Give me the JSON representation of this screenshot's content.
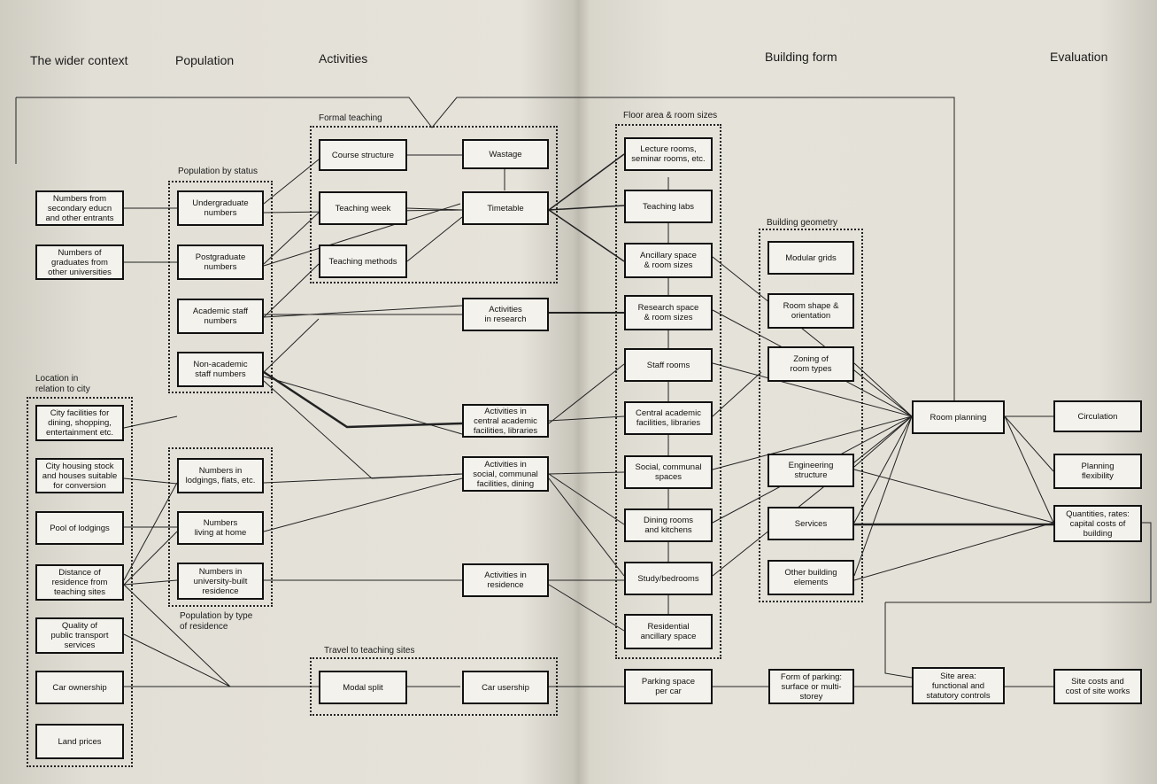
{
  "headers": {
    "wider_context": "The wider context",
    "population": "Population",
    "activities": "Activities",
    "building_form": "Building form",
    "evaluation": "Evaluation"
  },
  "group_labels": {
    "population_by_status": "Population by status",
    "location": "Location in\nrelation to city",
    "population_by_type": "Population by type\nof residence",
    "formal_teaching": "Formal teaching",
    "travel": "Travel to teaching sites",
    "floor_area": "Floor area & room sizes",
    "building_geometry": "Building geometry"
  },
  "boxes": {
    "secondary": "Numbers from\nsecondary educn\nand other entrants",
    "graduates": "Numbers of\ngraduates from\nother universities",
    "city_facilities": "City facilities for\ndining, shopping,\nentertainment etc.",
    "city_housing": "City housing stock\nand houses suitable\nfor conversion",
    "pool_lodgings": "Pool of lodgings",
    "distance": "Distance of\nresidence from\nteaching sites",
    "transport": "Quality of\npublic transport\nservices",
    "car_ownership": "Car ownership",
    "land_prices": "Land prices",
    "undergrad": "Undergraduate\nnumbers",
    "postgrad": "Postgraduate\nnumbers",
    "academic_staff": "Academic staff\nnumbers",
    "nonacademic_staff": "Non-academic\nstaff numbers",
    "lodgings": "Numbers in\nlodgings, flats, etc.",
    "living_home": "Numbers\nliving at home",
    "univ_residence": "Numbers in\nuniversity-built\nresidence",
    "course_structure": "Course structure",
    "teaching_week": "Teaching week",
    "teaching_methods": "Teaching methods",
    "wastage": "Wastage",
    "timetable": "Timetable",
    "act_research": "Activities\nin research",
    "act_central": "Activities in\ncentral academic\nfacilities, libraries",
    "act_social": "Activities in\nsocial, communal\nfacilities, dining",
    "act_residence": "Activities in\nresidence",
    "modal_split": "Modal split",
    "car_usership": "Car usership",
    "lecture_rooms": "Lecture rooms,\nseminar rooms, etc.",
    "teaching_labs": "Teaching labs",
    "ancillary": "Ancillary space\n& room sizes",
    "research_space": "Research space\n& room sizes",
    "staff_rooms": "Staff rooms",
    "central_facilities": "Central academic\nfacilities, libraries",
    "social_spaces": "Social, communal\nspaces",
    "dining_rooms": "Dining rooms\nand kitchens",
    "study_bedrooms": "Study/bedrooms",
    "residential_ancillary": "Residential\nancillary space",
    "parking_space": "Parking space\nper car",
    "modular_grids": "Modular grids",
    "room_shape": "Room shape &\norientation",
    "zoning": "Zoning of\nroom types",
    "engineering": "Engineering\nstructure",
    "services": "Services",
    "other_elements": "Other building\nelements",
    "form_parking": "Form of parking:\nsurface or multi-\nstorey",
    "room_planning": "Room planning",
    "site_area": "Site area:\nfunctional and\nstatutory controls",
    "circulation": "Circulation",
    "planning_flexibility": "Planning\nflexibility",
    "quantities": "Quantities, rates:\ncapital costs of\nbuilding",
    "site_costs": "Site costs and\ncost of site works"
  }
}
